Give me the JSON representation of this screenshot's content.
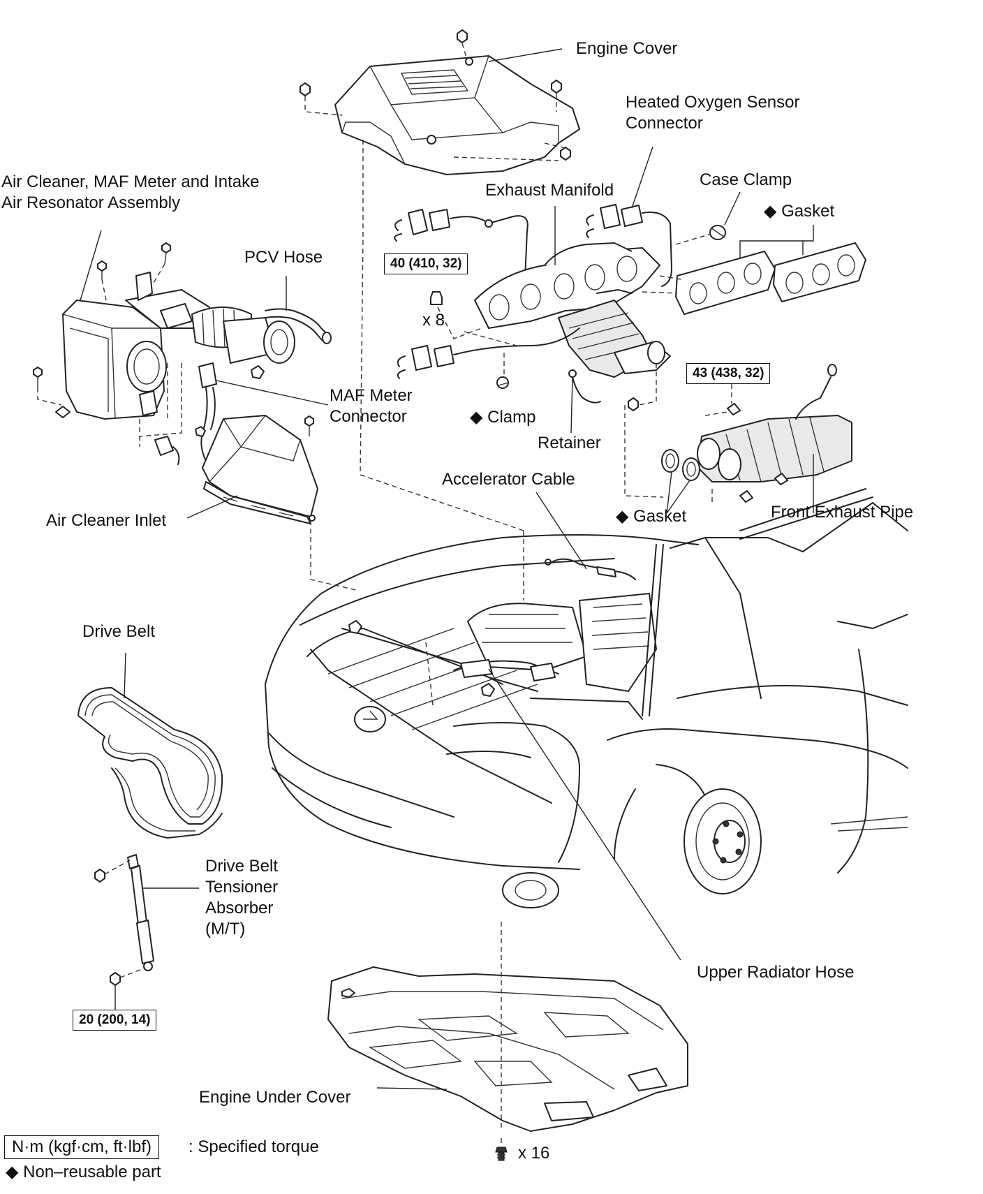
{
  "labels": {
    "engine_cover": "Engine Cover",
    "heated_o2_line1": "Heated Oxygen Sensor",
    "heated_o2_line2": "Connector",
    "air_cleaner_line1": "Air Cleaner,  MAF Meter and Intake",
    "air_cleaner_line2": "Air Resonator Assembly",
    "exhaust_manifold": "Exhaust Manifold",
    "case_clamp": "Case Clamp",
    "gasket_top": "Gasket",
    "pcv_hose": "PCV Hose",
    "x8": "x 8",
    "maf_line1": "MAF Meter",
    "maf_line2": "Connector",
    "clamp": "Clamp",
    "retainer": "Retainer",
    "accelerator_cable": "Accelerator Cable",
    "air_cleaner_inlet": "Air Cleaner Inlet",
    "gasket_lower": "Gasket",
    "front_exhaust_pipe": "Front Exhaust Pipe",
    "drive_belt": "Drive Belt",
    "tensioner_line1": "Drive  Belt",
    "tensioner_line2": "Tensioner",
    "tensioner_line3": "Absorber",
    "tensioner_line4": "(M/T)",
    "upper_radiator_hose": "Upper Radiator Hose",
    "engine_under_cover": "Engine Under Cover",
    "x16": "x 16"
  },
  "torque": {
    "manifold": "40 (410, 32)",
    "exhaust_pipe": "43 (438, 32)",
    "tensioner": "20 (200, 14)"
  },
  "legend": {
    "torque_box": "N·m (kgf·cm, ft·lbf)",
    "torque_desc": ": Specified torque",
    "non_reusable": "Non–reusable part"
  },
  "symbols": {
    "non_reusable": "◆"
  }
}
